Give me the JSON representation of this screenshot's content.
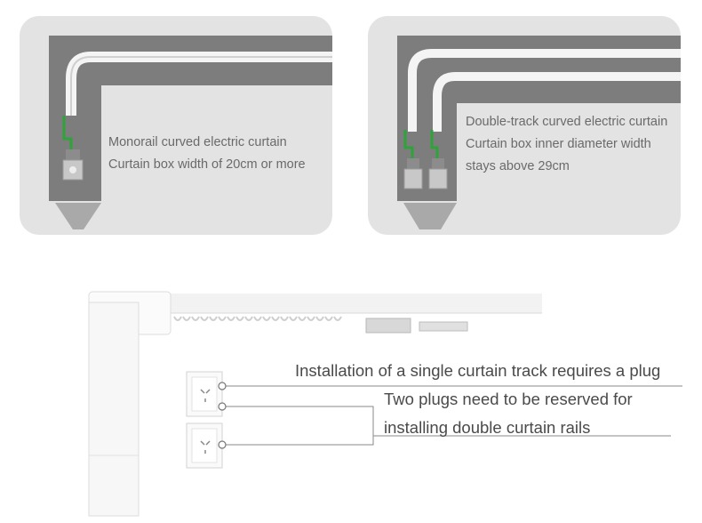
{
  "panels": {
    "monorail": {
      "line1": "Monorail curved electric curtain",
      "line2": "Curtain box width of 20cm or more"
    },
    "double_track": {
      "line1": "Double-track curved electric curtain",
      "line2": "Curtain box inner diameter width",
      "line3": "stays above 29cm"
    }
  },
  "captions": {
    "single_track": "Installation of a single curtain track requires a plug",
    "double_line1": "Two plugs need to be reserved for",
    "double_line2": "installing double curtain rails"
  },
  "colors": {
    "panel_bg": "#e3e3e3",
    "wall_gray": "#7d7d7d",
    "cable_green": "#2fa23a"
  }
}
